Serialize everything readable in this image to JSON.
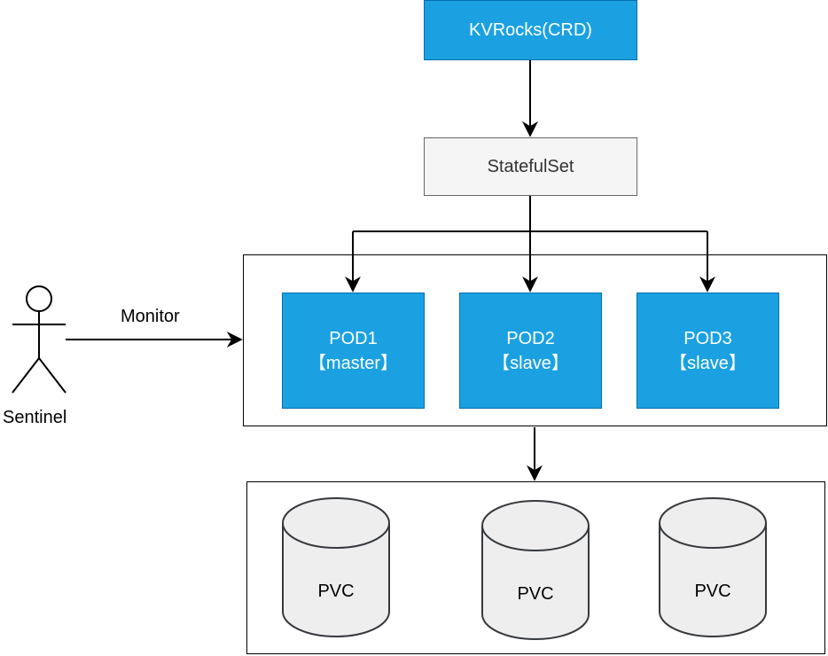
{
  "crd": {
    "label": "KVRocks(CRD)"
  },
  "statefulset": {
    "label": "StatefulSet"
  },
  "pods": [
    {
      "name": "POD1",
      "role": "【master】"
    },
    {
      "name": "POD2",
      "role": "【slave】"
    },
    {
      "name": "POD3",
      "role": "【slave】"
    }
  ],
  "sentinel": {
    "label": "Sentinel",
    "edge_label": "Monitor"
  },
  "pvcs": [
    {
      "label": "PVC"
    },
    {
      "label": "PVC"
    },
    {
      "label": "PVC"
    }
  ],
  "colors": {
    "blue_fill": "#1ba1e2",
    "blue_stroke": "#006eaf",
    "grey_fill": "#f5f5f5",
    "grey_stroke": "#666666",
    "cylinder_fill": "#eeeeee",
    "cylinder_stroke": "#36393d"
  }
}
